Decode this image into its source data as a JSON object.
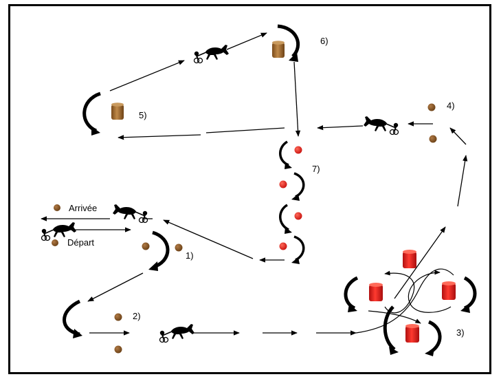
{
  "steps": {
    "s1": "1)",
    "s2": "2)",
    "s3": "3)",
    "s4": "4)",
    "s5": "5)",
    "s6": "6)",
    "s7": "7)"
  },
  "labels": {
    "arrivee": "Arrivée",
    "depart": "Départ"
  },
  "colors": {
    "post": "#8b5a2b",
    "red_ball": "#e0201c",
    "red_barrel": "#e3201b",
    "brown_barrel": "#9b6a2f",
    "ink": "#000000"
  },
  "icons": {
    "horse": "horse-and-sulky-icon",
    "barrel": "barrel-icon",
    "post": "post-marker-icon",
    "ball": "ball-marker-icon"
  }
}
